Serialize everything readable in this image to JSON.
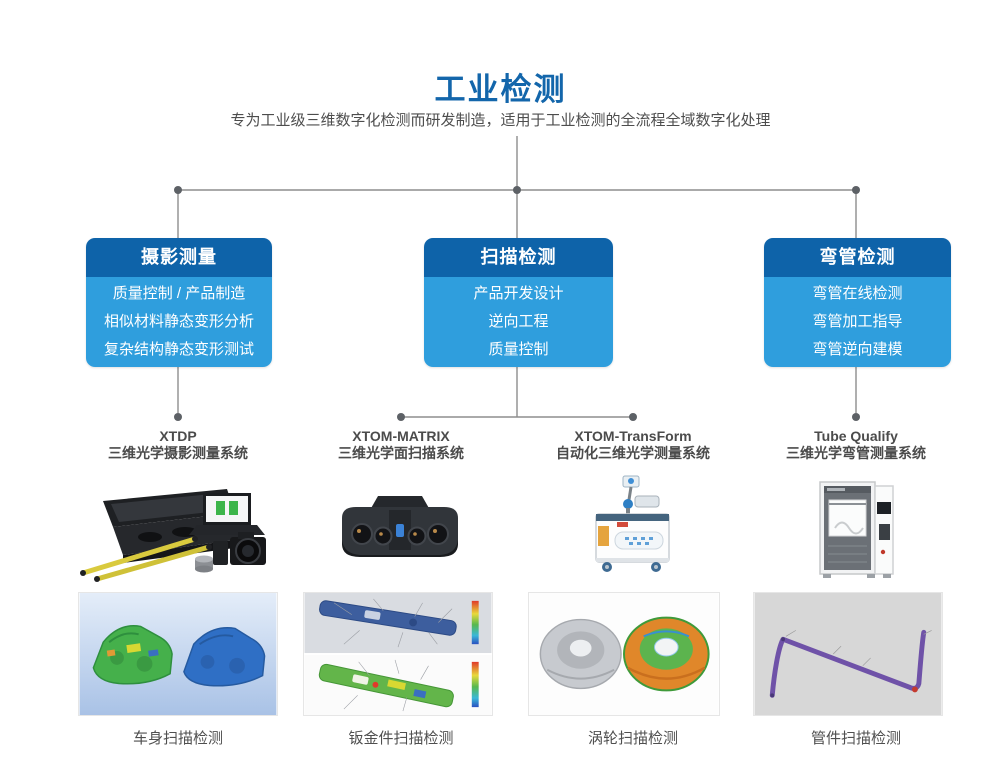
{
  "page": {
    "title": "工业检测",
    "subtitle": "专为工业级三维数字化检测而研发制造，适用于工业检测的全流程全域数字化处理"
  },
  "colors": {
    "title_accent": "#1366ab",
    "card_header": "#0e63a9",
    "card_body": "#2f9edd",
    "connector_line": "#8d8d8d",
    "connector_dot": "#5d6166"
  },
  "categories": [
    {
      "title": "摄影测量",
      "items": [
        "质量控制 / 产品制造",
        "相似材料静态变形分析",
        "复杂结构静态变形测试"
      ]
    },
    {
      "title": "扫描检测",
      "items": [
        "产品开发设计",
        "逆向工程",
        "质量控制"
      ]
    },
    {
      "title": "弯管检测",
      "items": [
        "弯管在线检测",
        "弯管加工指导",
        "弯管逆向建模"
      ]
    }
  ],
  "products": [
    {
      "name": "XTDP",
      "subname": "三维光学摄影测量系统"
    },
    {
      "name": "XTOM-MATRIX",
      "subname": "三维光学面扫描系统"
    },
    {
      "name": "XTOM-TransForm",
      "subname": "自动化三维光学测量系统"
    },
    {
      "name": "Tube Qualify",
      "subname": "三维光学弯管测量系统"
    }
  ],
  "examples": [
    {
      "caption": "车身扫描检测"
    },
    {
      "caption": "钣金件扫描检测"
    },
    {
      "caption": "涡轮扫描检测"
    },
    {
      "caption": "管件扫描检测"
    }
  ]
}
